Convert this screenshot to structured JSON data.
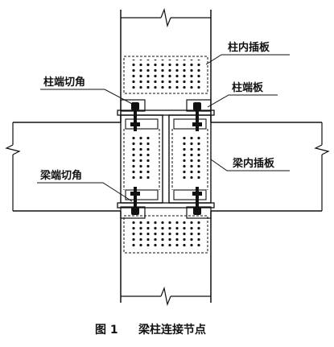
{
  "labels": {
    "column_inner_plate": "柱内插板",
    "column_end_corner_cut": "柱端切角",
    "column_end_plate": "柱端板",
    "beam_end_corner_cut": "梁端切角",
    "beam_inner_plate": "梁内插板"
  },
  "caption": {
    "number": "图 1",
    "title": "梁柱连接节点"
  }
}
